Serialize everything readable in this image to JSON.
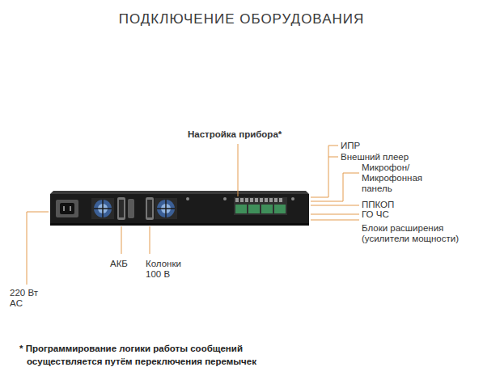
{
  "diagram": {
    "title": "ПОДКЛЮЧЕНИЕ ОБОРУДОВАНИЯ",
    "caption": "* Программирование логики работы сообщений осуществляется путём переключения перемычек",
    "labels": [
      "Настройка прибора*",
      "ИПР",
      "Внешний плеер",
      "Микрофон/ Микрофонная панель",
      "ППКОП",
      "ГО ЧС",
      "Блоки расширения (усилители мощности)",
      "АКБ",
      "Колонки 100 В",
      "220 Вт AC"
    ]
  }
}
